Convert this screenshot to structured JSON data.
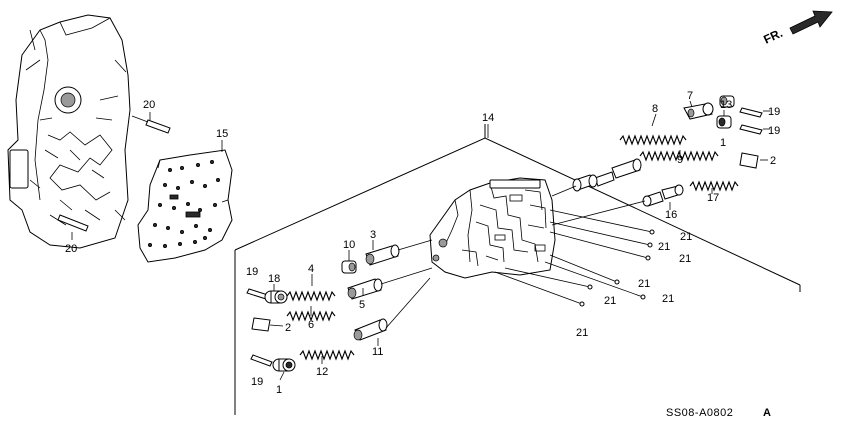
{
  "diagram": {
    "direction_label": "FR.",
    "diagram_code": "SS08-A0802",
    "diagram_code_suffix": "A",
    "callouts": {
      "c1a": "1",
      "c1b": "1",
      "c2a": "2",
      "c2b": "2",
      "c3": "3",
      "c4": "4",
      "c5": "5",
      "c6": "6",
      "c7": "7",
      "c8": "8",
      "c9": "9",
      "c10": "10",
      "c11": "11",
      "c12": "12",
      "c13": "13",
      "c14": "14",
      "c15": "15",
      "c16": "16",
      "c17": "17",
      "c18": "18",
      "c19a": "19",
      "c19b": "19",
      "c19c": "19",
      "c19d": "19",
      "c20a": "20",
      "c20b": "20",
      "c21a": "21",
      "c21b": "21",
      "c21c": "21",
      "c21d": "21",
      "c21e": "21",
      "c21f": "21",
      "c21g": "21"
    }
  }
}
